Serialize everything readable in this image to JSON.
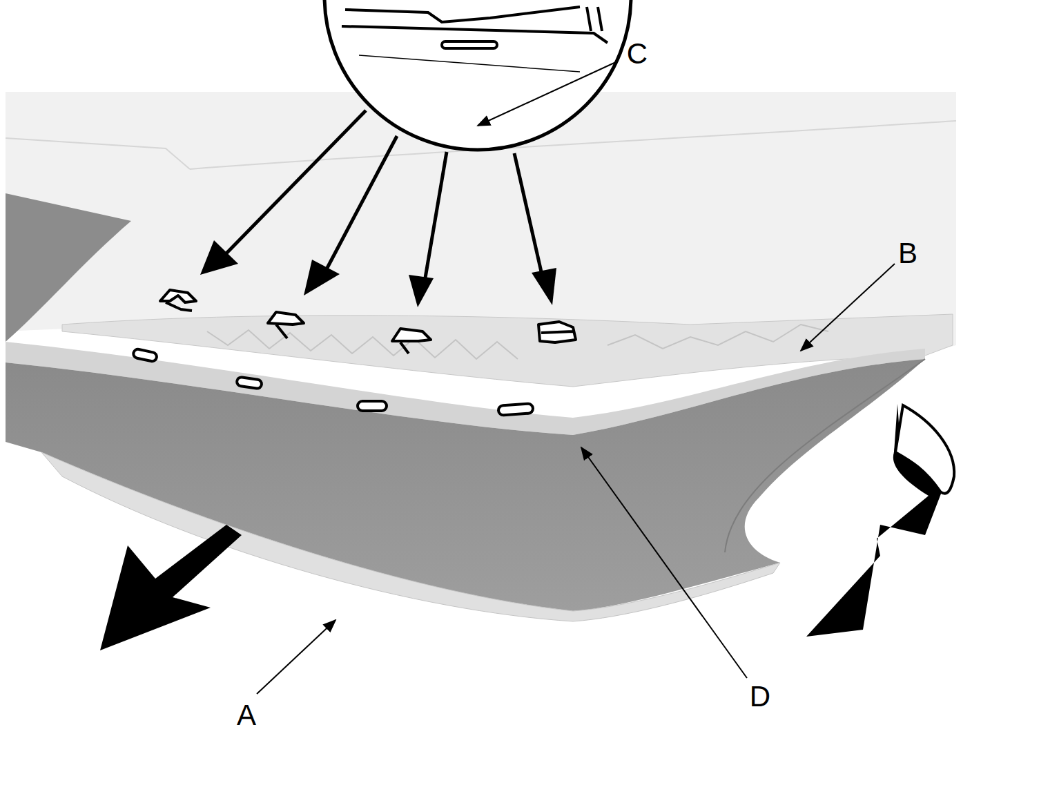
{
  "diagram": {
    "labels": [
      "C",
      "B",
      "A",
      "D"
    ]
  }
}
